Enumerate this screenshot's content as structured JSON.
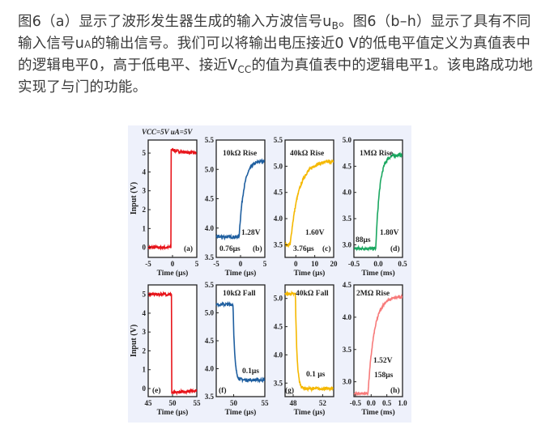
{
  "paragraph": {
    "seg1": "图6（a）显示了波形发生器生成的输入方波信号u",
    "sub1": "B",
    "seg2": "。图6（b–h）显示了具有不同输入信号u",
    "sub2": "A",
    "seg3": "的输出信号。我们可以将输出电压接近0 V的低电平值定义为真值表中的逻辑电平0，高于低电平、接近V",
    "sub3": "CC",
    "seg4": "的值为真值表中的逻辑电平1。该电路成功地实现了与门的功能。"
  },
  "figure": {
    "header": "VCC=5V uA=5V",
    "ylabel": "Input (V)"
  },
  "chart_data": [
    {
      "id": "a",
      "type": "line",
      "title": "",
      "label": "(a)",
      "xlabel": "Time (μs)",
      "ylabel": "Input (V)",
      "xlim": [
        -5,
        5
      ],
      "ylim": [
        -0.53,
        5.69
      ],
      "xticks": [
        -5,
        0,
        5
      ],
      "yticks": [
        0,
        1,
        2,
        3,
        4,
        5
      ],
      "color": "#e8151b",
      "step": {
        "t0": -0.3,
        "before": 0,
        "jump": 5.2,
        "final": 5.0,
        "tau": 2
      },
      "annotations": []
    },
    {
      "id": "b",
      "type": "line",
      "title": "10kΩ Rise",
      "label": "(b)",
      "xlabel": "Time (μs)",
      "ylabel": "",
      "xlim": [
        -5,
        5
      ],
      "ylim": [
        3.5,
        5.5
      ],
      "xticks": [
        -5,
        0,
        5
      ],
      "yticks": [
        3.5,
        4.0,
        4.5,
        5.0,
        5.5
      ],
      "color": "#1f5fa0",
      "step": {
        "t0": -0.3,
        "before": 3.85,
        "jump": 3.85,
        "final": 5.15,
        "tau": 1.0
      },
      "annotations": [
        "1.28V",
        "0.76μs"
      ]
    },
    {
      "id": "c",
      "type": "line",
      "title": "40kΩ Rise",
      "label": "(c)",
      "xlabel": "Time (μs)",
      "ylabel": "",
      "xlim": [
        -5.7,
        20
      ],
      "ylim": [
        3.26,
        5.5
      ],
      "xticks": [
        0,
        10,
        20
      ],
      "yticks": [
        3.5,
        4.0,
        4.5,
        5.0,
        5.5
      ],
      "color": "#f5b800",
      "step": {
        "t0": -3,
        "before": 3.5,
        "jump": 3.5,
        "final": 5.1,
        "tau": 4.5
      },
      "annotations": [
        "1.60V",
        "3.76μs"
      ]
    },
    {
      "id": "d",
      "type": "line",
      "title": "1MΩ Rise",
      "label": "(d)",
      "xlabel": "Time (ms)",
      "ylabel": "",
      "xlim": [
        -0.5,
        0.5
      ],
      "ylim": [
        2.76,
        5.0
      ],
      "xticks": [
        -0.5,
        0.0,
        0.5
      ],
      "yticks": [
        3.0,
        3.5,
        4.0,
        4.5,
        5.0
      ],
      "color": "#1aa760",
      "step": {
        "t0": -0.05,
        "before": 2.93,
        "jump": 2.93,
        "final": 4.72,
        "tau": 0.08
      },
      "annotations": [
        "1.80V",
        "88μs"
      ]
    },
    {
      "id": "e",
      "type": "line",
      "title": "",
      "label": "(e)",
      "xlabel": "Time (μs)",
      "ylabel": "Input (V)",
      "xlim": [
        45,
        55
      ],
      "ylim": [
        -0.43,
        5.5
      ],
      "xticks": [
        45,
        50,
        55
      ],
      "yticks": [
        0,
        1,
        2,
        3,
        4,
        5
      ],
      "color": "#e8151b",
      "step": {
        "t0": 49.8,
        "before": 5.0,
        "jump": -0.25,
        "final": 0.0,
        "tau": 6
      },
      "annotations": []
    },
    {
      "id": "f",
      "type": "line",
      "title": "10kΩ Fall",
      "label": "(f)",
      "xlabel": "Time (μs)",
      "ylabel": "",
      "xlim": [
        47.2,
        55
      ],
      "ylim": [
        3.5,
        5.5
      ],
      "xticks": [
        50,
        55
      ],
      "yticks": [
        3.5,
        4.0,
        4.5,
        5.0,
        5.5
      ],
      "color": "#1f5fa0",
      "step": {
        "t0": 49.9,
        "before": 5.15,
        "jump": 5.15,
        "final": 3.8,
        "tau": 0.25
      },
      "annotations": [
        "0.1μs"
      ]
    },
    {
      "id": "g",
      "type": "line",
      "title": "40kΩ Fall",
      "label": "(g)",
      "xlabel": "Time (μs)",
      "ylabel": "",
      "xlim": [
        46.9,
        53.5
      ],
      "ylim": [
        3.26,
        5.24
      ],
      "xticks": [
        48,
        52
      ],
      "yticks": [
        3.5,
        4.0,
        4.5,
        5.0
      ],
      "color": "#f5b800",
      "step": {
        "t0": 48.3,
        "before": 5.08,
        "jump": 5.08,
        "final": 3.4,
        "tau": 0.22
      },
      "annotations": [
        "0.1 μs"
      ]
    },
    {
      "id": "h",
      "type": "line",
      "title": "2MΩ Rise",
      "label": "(h)",
      "xlabel": "Time (ms)",
      "ylabel": "",
      "xlim": [
        -0.55,
        1.0
      ],
      "ylim": [
        2.77,
        4.5
      ],
      "xticks": [
        -0.5,
        0.0,
        0.5,
        1.0
      ],
      "yticks": [
        3.0,
        3.5,
        4.0,
        4.5
      ],
      "color": "#f77b7b",
      "step": {
        "t0": -0.1,
        "before": 2.82,
        "jump": 2.82,
        "final": 4.32,
        "tau": 0.2
      },
      "annotations": [
        "1.52V",
        "158μs"
      ]
    }
  ]
}
